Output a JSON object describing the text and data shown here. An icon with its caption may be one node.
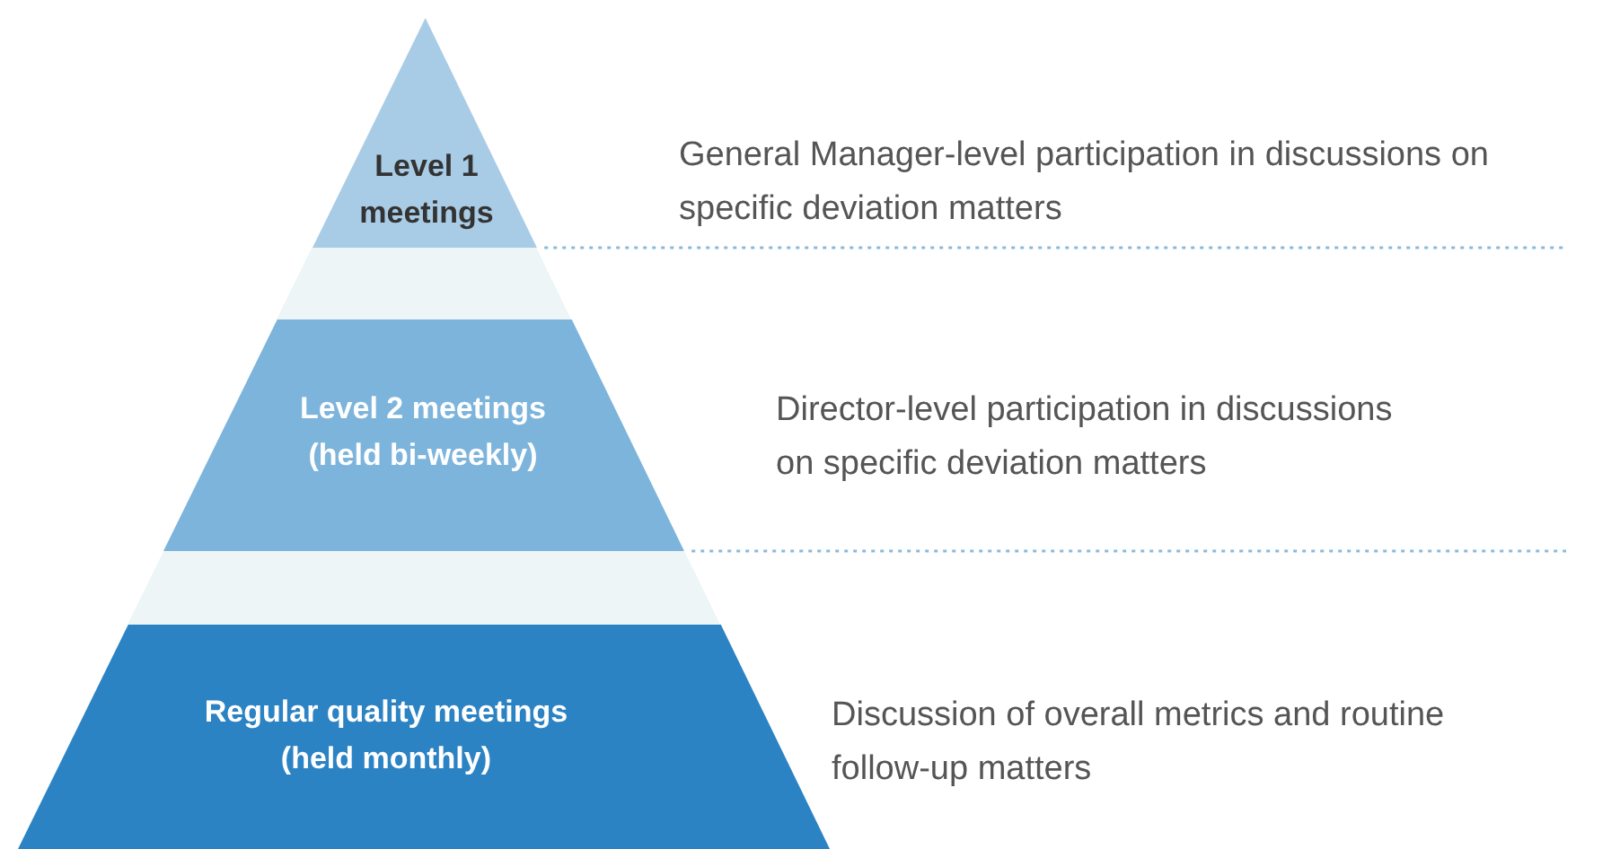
{
  "diagram": {
    "nodes": [
      {
        "text": [
          "Level 1 meetings"
        ]
      },
      {
        "text": [],
        "shape": "bar"
      },
      {
        "text": [
          "Level 2 meetings (held bi-weekly)"
        ]
      },
      {
        "text": [],
        "shape": "bar"
      },
      {
        "text": [
          "Regular quality meetings (held monthly)"
        ]
      }
    ],
    "labels": [
      "General Manager-level participation in discussions on specific deviation matters",
      "Director-level participation in discussions on specific deviation matters",
      "Discussion of overall metrics and routine follow-up matters"
    ]
  }
}
